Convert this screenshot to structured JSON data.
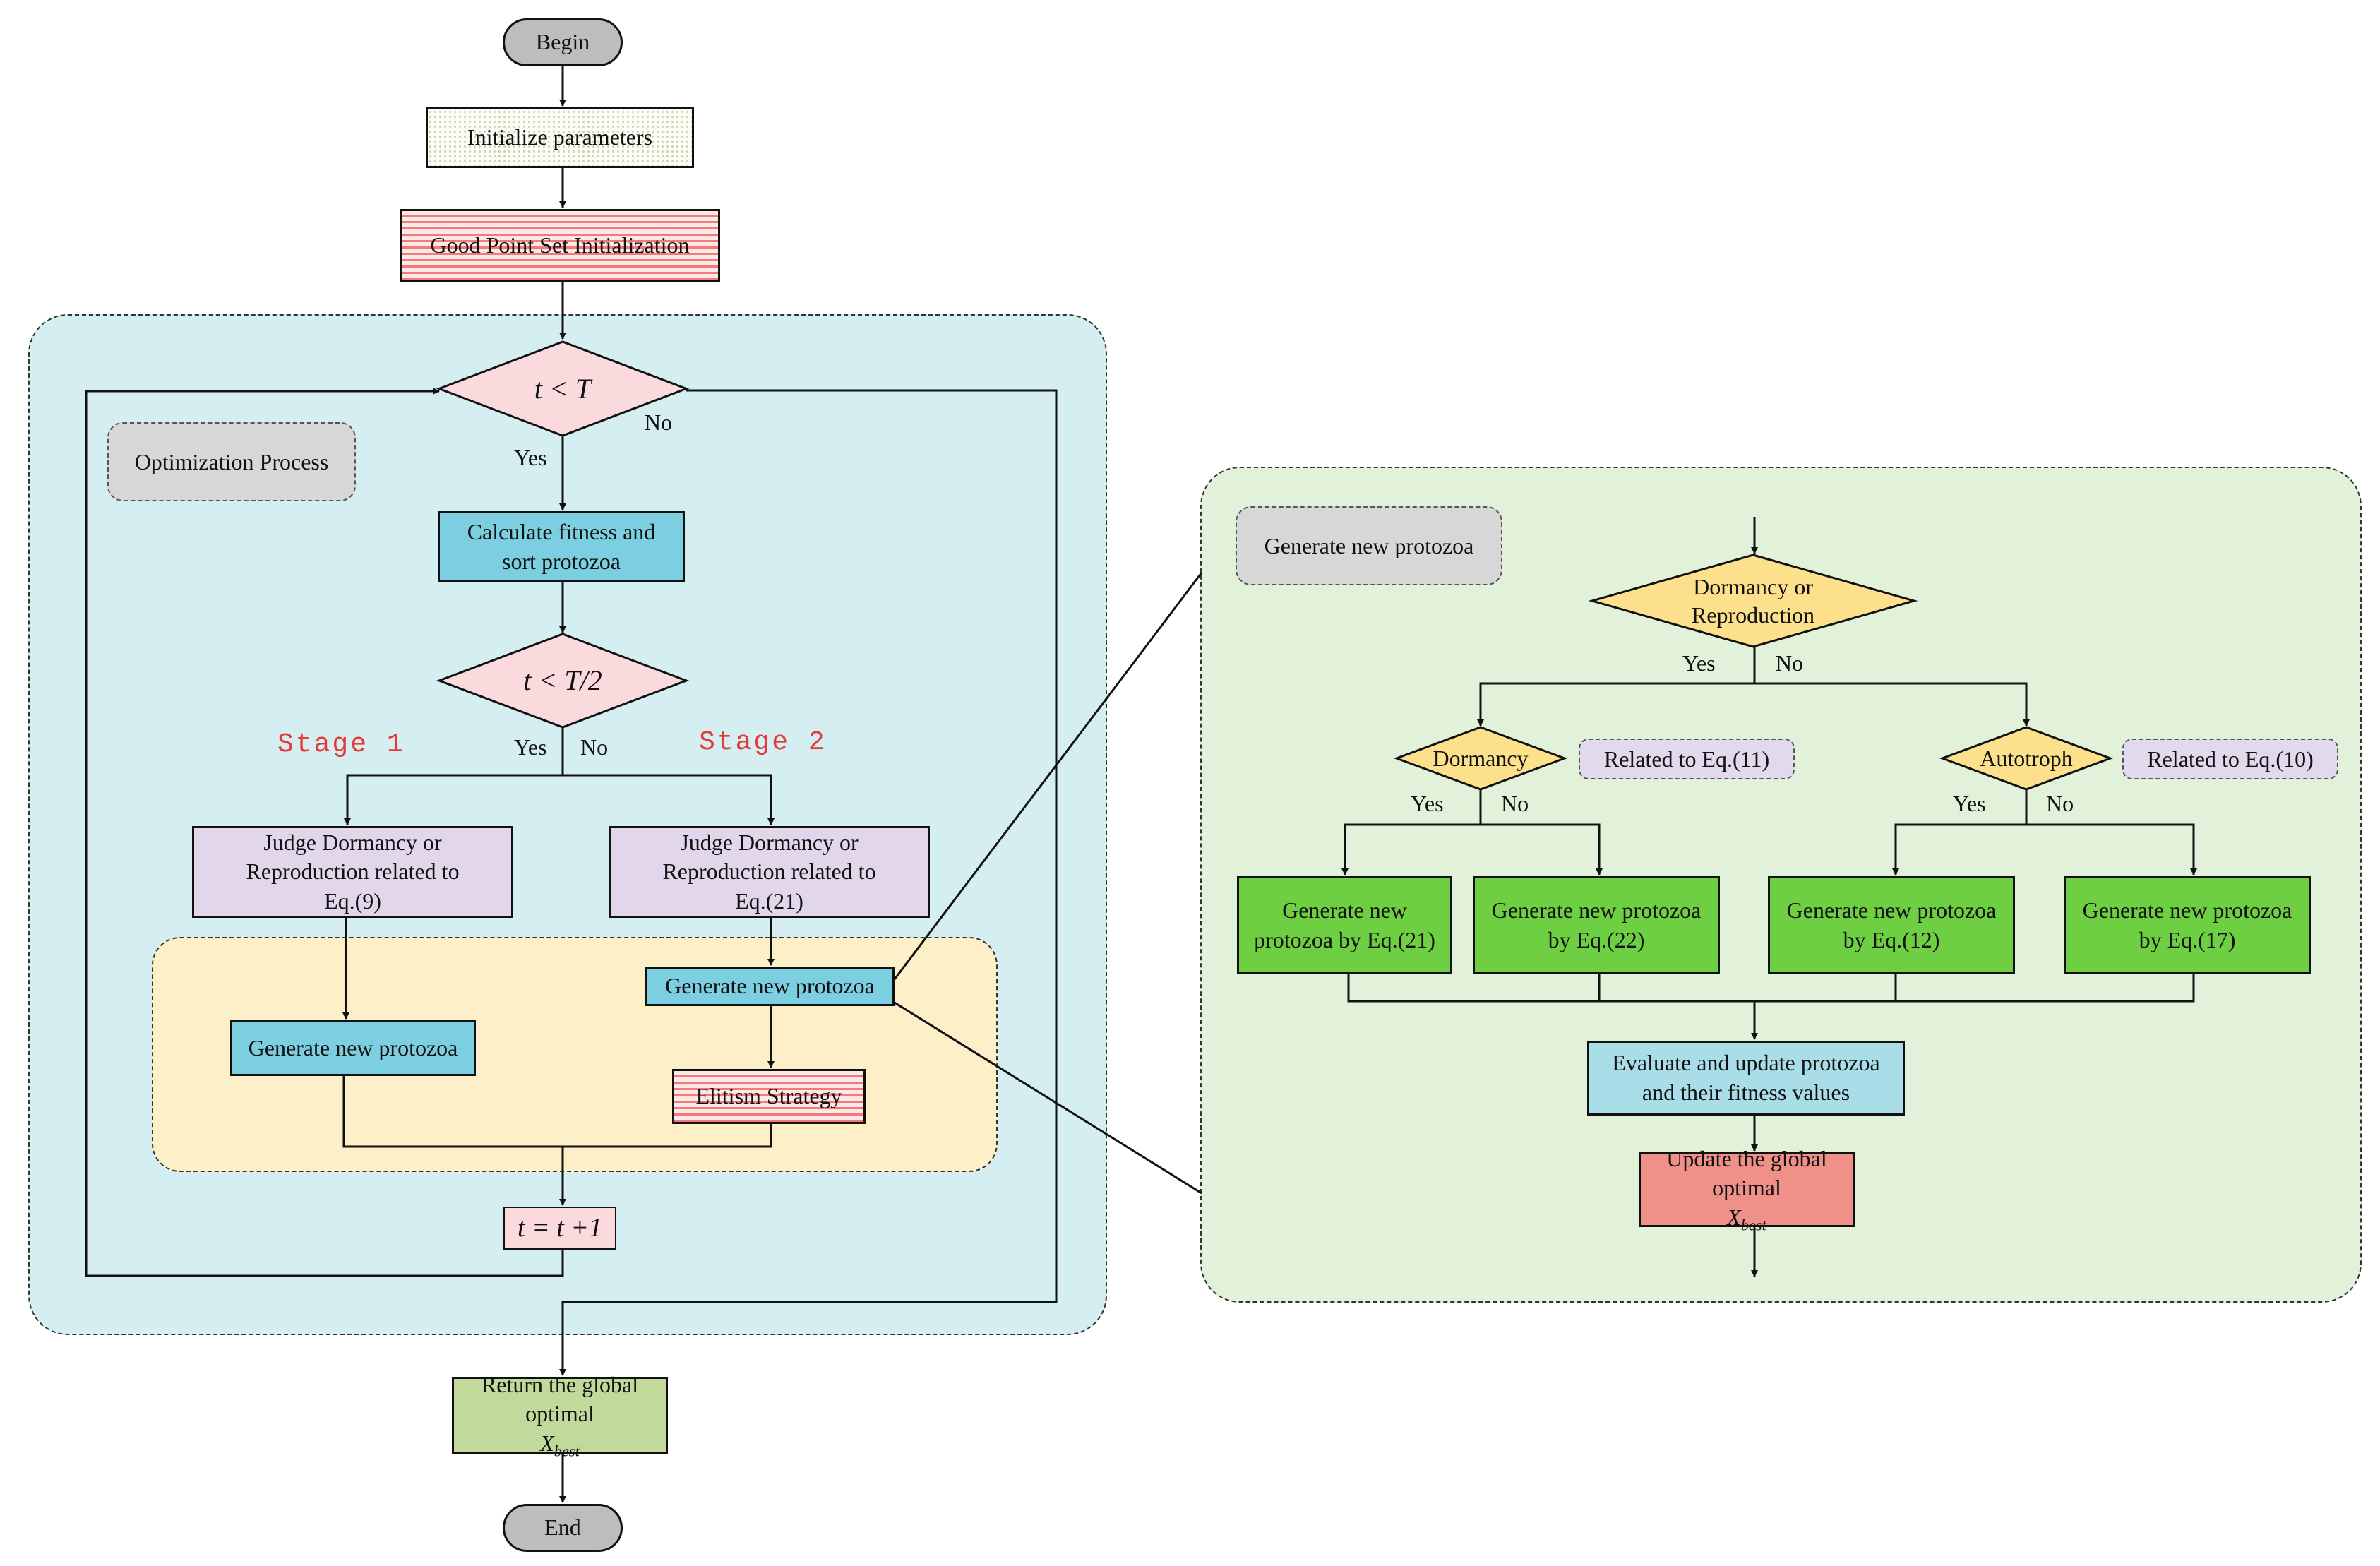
{
  "terminals": {
    "begin": "Begin",
    "end": "End"
  },
  "left": {
    "init_params": "Initialize parameters",
    "good_point_set": "Good Point Set Initialization",
    "optimization_tag": "Optimization Process",
    "cond_t_lt_T": "t < T",
    "cond_yes": "Yes",
    "cond_no": "No",
    "calc_fitness": [
      "Calculate fitness and",
      "sort protozoa"
    ],
    "cond_half": "t < T/2",
    "half_yes": "Yes",
    "half_no": "No",
    "stage1": "Stage 1",
    "stage2": "Stage 2",
    "judge1": [
      "Judge Dormancy or",
      "Reproduction related to",
      "Eq.(9)"
    ],
    "judge2": [
      "Judge Dormancy or",
      "Reproduction related to",
      "Eq.(21)"
    ],
    "gen1": "Generate new protozoa",
    "gen2": "Generate new protozoa",
    "elitism": "Elitism Strategy",
    "increment": "t = t +1",
    "return_line1": "Return the global",
    "return_line2": "optimal ",
    "return_var": "X",
    "return_sub": "best"
  },
  "right": {
    "tag": "Generate new protozoa",
    "dormancy_or_repro": [
      "Dormancy or",
      "Reproduction"
    ],
    "top_yes": "Yes",
    "top_no": "No",
    "dormancy": "Dormancy",
    "autotroph": "Autotroph",
    "related11": "Related to  Eq.(11)",
    "related10": "Related to  Eq.(10)",
    "d_yes": "Yes",
    "d_no": "No",
    "a_yes": "Yes",
    "a_no": "No",
    "gen21": [
      "Generate new",
      "protozoa by Eq.(21)"
    ],
    "gen22": [
      "Generate new protozoa",
      "by Eq.(22)"
    ],
    "gen12": [
      "Generate new protozoa",
      "by Eq.(12)"
    ],
    "gen17": [
      "Generate new protozoa",
      "by Eq.(17)"
    ],
    "evaluate": [
      "Evaluate and update protozoa",
      "and their fitness values"
    ],
    "update_line1": "Update the global",
    "update_line2": "optimal ",
    "update_var": "X",
    "update_sub": "best"
  },
  "colors": {
    "left_panel": "#d4eef2",
    "right_panel": "#e2f2da",
    "inner_panel": "#fdf0c8",
    "diamond_pink": "#fadadd",
    "diamond_yellow": "#fde08b"
  }
}
